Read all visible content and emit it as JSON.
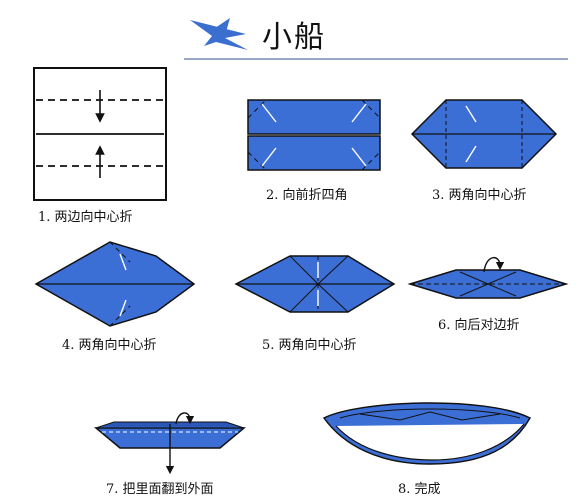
{
  "title": "小船",
  "colors": {
    "paper": "#3c6fd6",
    "paper_dark": "#2b58b8",
    "ink": "#111111",
    "rule": "#9aa7c4",
    "logo": "#3a6fd0"
  },
  "logo_icon": "paper-plane-icon",
  "steps": [
    {
      "caption": "1. 两边向中心折"
    },
    {
      "caption": "2. 向前折四角"
    },
    {
      "caption": "3. 两角向中心折"
    },
    {
      "caption": "4. 两角向中心折"
    },
    {
      "caption": "5. 两角向中心折"
    },
    {
      "caption": "6. 向后对边折"
    },
    {
      "caption": "7. 把里面翻到外面"
    },
    {
      "caption": "8. 完成"
    }
  ]
}
